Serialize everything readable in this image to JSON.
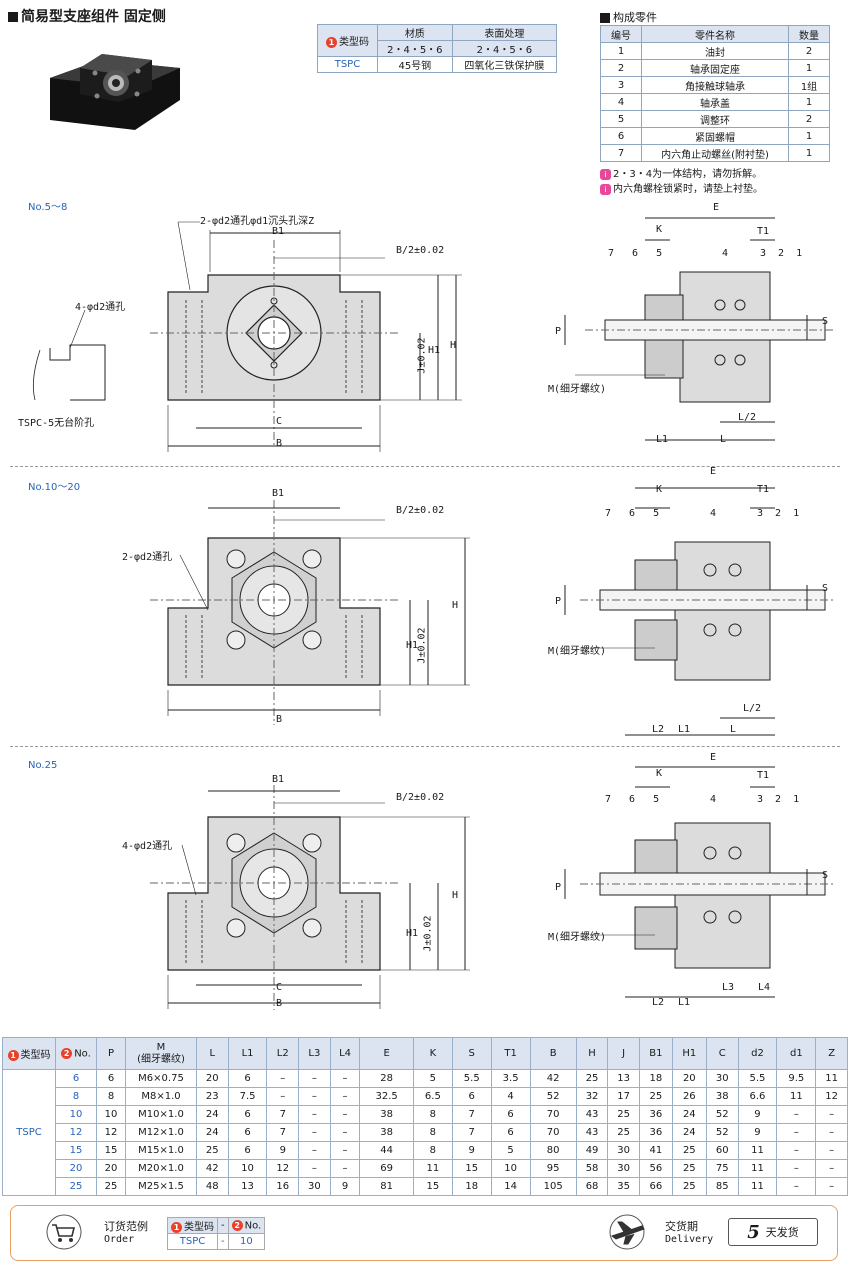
{
  "title": "简易型支座组件 固定侧",
  "material_table": {
    "headers": [
      "类型码",
      "材质",
      "表面处理"
    ],
    "subrow": [
      "2・4・5・6",
      "2・4・5・6"
    ],
    "row": [
      "TSPC",
      "45号钢",
      "四氧化三铁保护膜"
    ]
  },
  "parts": {
    "title": "构成零件",
    "headers": [
      "编号",
      "零件名称",
      "数量"
    ],
    "rows": [
      [
        "1",
        "油封",
        "2"
      ],
      [
        "2",
        "轴承固定座",
        "1"
      ],
      [
        "3",
        "角接触球轴承",
        "1组"
      ],
      [
        "4",
        "轴承盖",
        "1"
      ],
      [
        "5",
        "调整环",
        "2"
      ],
      [
        "6",
        "紧固螺帽",
        "1"
      ],
      [
        "7",
        "内六角止动螺丝(附衬垫)",
        "1"
      ]
    ],
    "notes": [
      "2・3・4为一体结构，请勿拆解。",
      "内六角螺栓锁紧时，请垫上衬垫。"
    ]
  },
  "drawings": {
    "sec1": {
      "label": "No.5～8",
      "hole_top": "2-φd2通孔φd1沉头孔深Z",
      "hole_left": "4-φd2通孔",
      "step_note": "TSPC-5无台阶孔",
      "dims": {
        "b1": "B1",
        "b2": "B/2±0.02",
        "j": "J±0.02",
        "h1": "H1",
        "h": "H",
        "c": "C",
        "b": "B",
        "e": "E",
        "k": "K",
        "t1": "T1",
        "p": "P",
        "s": "S",
        "m": "M(细牙螺纹)",
        "l1": "L1",
        "l": "L",
        "l2half": "L/2"
      },
      "callouts": [
        "7",
        "6",
        "5",
        "4",
        "3",
        "2",
        "1"
      ]
    },
    "sec2": {
      "label": "No.10～20",
      "hole": "2-φd2通孔",
      "dims": {
        "b1": "B1",
        "b2": "B/2±0.02",
        "j": "J±0.02",
        "h1": "H1",
        "h": "H",
        "b": "B",
        "e": "E",
        "k": "K",
        "t1": "T1",
        "p": "P",
        "s": "S",
        "m": "M(细牙螺纹)",
        "l2": "L2",
        "l1": "L1",
        "l": "L",
        "l2half": "L/2"
      },
      "callouts": [
        "7",
        "6",
        "5",
        "4",
        "3",
        "2",
        "1"
      ]
    },
    "sec3": {
      "label": "No.25",
      "hole": "4-φd2通孔",
      "dims": {
        "b1": "B1",
        "b2": "B/2±0.02",
        "j": "J±0.02",
        "h1": "H1",
        "h": "H",
        "c": "C",
        "b": "B",
        "e": "E",
        "k": "K",
        "t1": "T1",
        "p": "P",
        "s": "S",
        "m": "M(细牙螺纹)",
        "l2": "L2",
        "l1": "L1",
        "l3": "L3",
        "l4": "L4"
      },
      "callouts": [
        "7",
        "6",
        "5",
        "4",
        "3",
        "2",
        "1"
      ]
    }
  },
  "spec_table": {
    "headers": [
      "类型码",
      "No.",
      "P",
      "M\n(细牙螺纹)",
      "L",
      "L1",
      "L2",
      "L3",
      "L4",
      "E",
      "K",
      "S",
      "T1",
      "B",
      "H",
      "J",
      "B1",
      "H1",
      "C",
      "d2",
      "d1",
      "Z"
    ],
    "type_code": "TSPC",
    "rows": [
      [
        "6",
        "6",
        "M6×0.75",
        "20",
        "6",
        "–",
        "–",
        "–",
        "28",
        "5",
        "5.5",
        "3.5",
        "42",
        "25",
        "13",
        "18",
        "20",
        "30",
        "5.5",
        "9.5",
        "11"
      ],
      [
        "8",
        "8",
        "M8×1.0",
        "23",
        "7.5",
        "–",
        "–",
        "–",
        "32.5",
        "6.5",
        "6",
        "4",
        "52",
        "32",
        "17",
        "25",
        "26",
        "38",
        "6.6",
        "11",
        "12"
      ],
      [
        "10",
        "10",
        "M10×1.0",
        "24",
        "6",
        "7",
        "–",
        "–",
        "38",
        "8",
        "7",
        "6",
        "70",
        "43",
        "25",
        "36",
        "24",
        "52",
        "9",
        "–",
        "–"
      ],
      [
        "12",
        "12",
        "M12×1.0",
        "24",
        "6",
        "7",
        "–",
        "–",
        "38",
        "8",
        "7",
        "6",
        "70",
        "43",
        "25",
        "36",
        "24",
        "52",
        "9",
        "–",
        "–"
      ],
      [
        "15",
        "15",
        "M15×1.0",
        "25",
        "6",
        "9",
        "–",
        "–",
        "44",
        "8",
        "9",
        "5",
        "80",
        "49",
        "30",
        "41",
        "25",
        "60",
        "11",
        "–",
        "–"
      ],
      [
        "20",
        "20",
        "M20×1.0",
        "42",
        "10",
        "12",
        "–",
        "–",
        "69",
        "11",
        "15",
        "10",
        "95",
        "58",
        "30",
        "56",
        "25",
        "75",
        "11",
        "–",
        "–"
      ],
      [
        "25",
        "25",
        "M25×1.5",
        "48",
        "13",
        "16",
        "30",
        "9",
        "81",
        "15",
        "18",
        "14",
        "105",
        "68",
        "35",
        "66",
        "25",
        "85",
        "11",
        "–",
        "–"
      ]
    ]
  },
  "order": {
    "label_cn": "订货范例",
    "label_en": "Order",
    "headers": [
      "类型码",
      "-",
      "No."
    ],
    "values": [
      "TSPC",
      "-",
      "10"
    ]
  },
  "delivery": {
    "label_cn": "交货期",
    "label_en": "Delivery",
    "days": "5",
    "suffix": "天发货"
  },
  "badges": {
    "one": "1",
    "two": "2"
  }
}
